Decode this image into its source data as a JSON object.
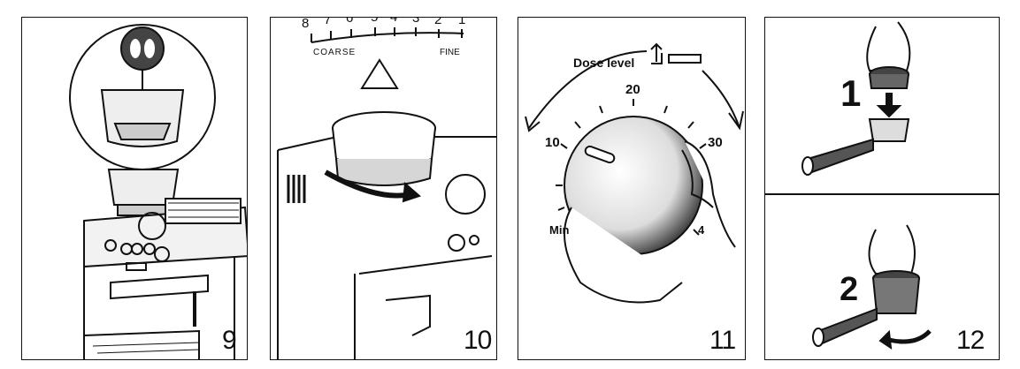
{
  "panels": [
    {
      "number": "9"
    },
    {
      "number": "10",
      "scale_ticks": [
        "8",
        "7",
        "6",
        "5",
        "4",
        "3",
        "2",
        "1"
      ],
      "coarse_label": "COARSE",
      "fine_label": "FINE"
    },
    {
      "number": "11",
      "dose_label": "Dose level",
      "dial_marks": [
        "20",
        "10",
        "30",
        "Min",
        "4"
      ]
    },
    {
      "number": "12",
      "steps": [
        "1",
        "2"
      ]
    }
  ]
}
